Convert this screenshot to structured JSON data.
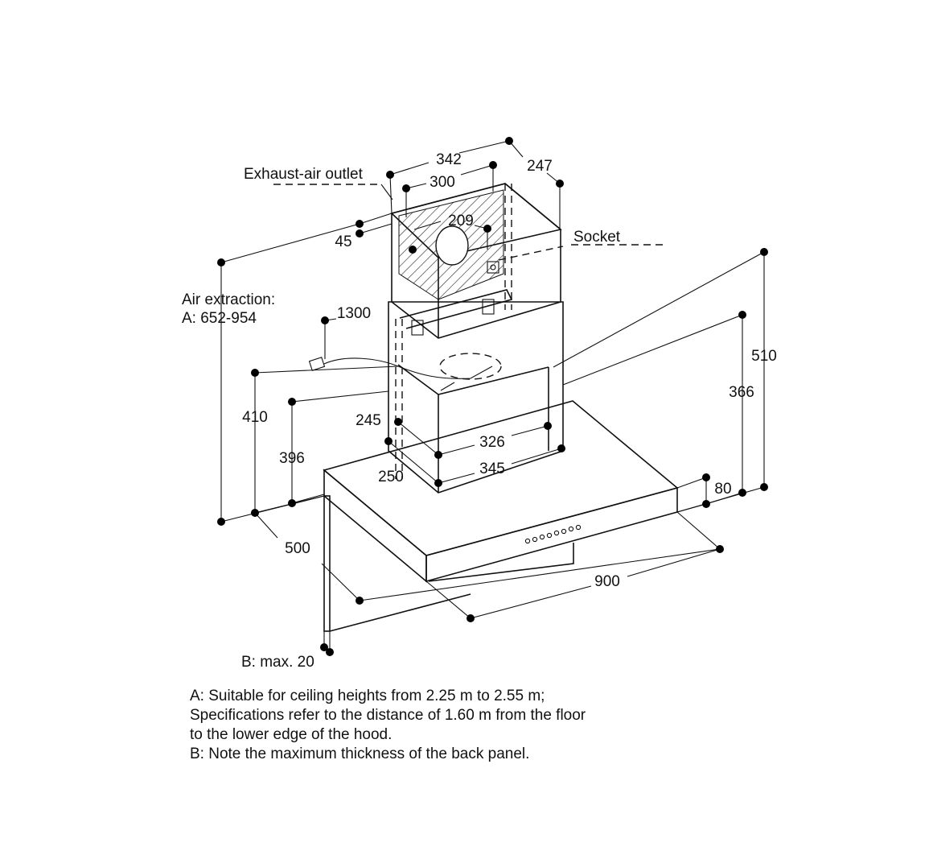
{
  "labels": {
    "exhaust_air_outlet": "Exhaust-air outlet",
    "socket": "Socket",
    "air_extraction_line1": "Air extraction:",
    "air_extraction_line2": "A: 652-954",
    "back_panel": "B: max. 20"
  },
  "dimensions": {
    "d342": "342",
    "d300": "300",
    "d247": "247",
    "d209": "209",
    "d45": "45",
    "d1300": "1300",
    "d510": "510",
    "d366": "366",
    "d410": "410",
    "d396": "396",
    "d245": "245",
    "d326": "326",
    "d345": "345",
    "d250": "250",
    "d80": "80",
    "d500": "500",
    "d900": "900"
  },
  "notes": [
    "A: Suitable for ceiling heights from 2.25 m to 2.55 m;",
    "Specifications refer to the distance of 1.60 m from the floor",
    "to the lower edge of the hood.",
    "B: Note the maximum thickness of the back panel."
  ]
}
